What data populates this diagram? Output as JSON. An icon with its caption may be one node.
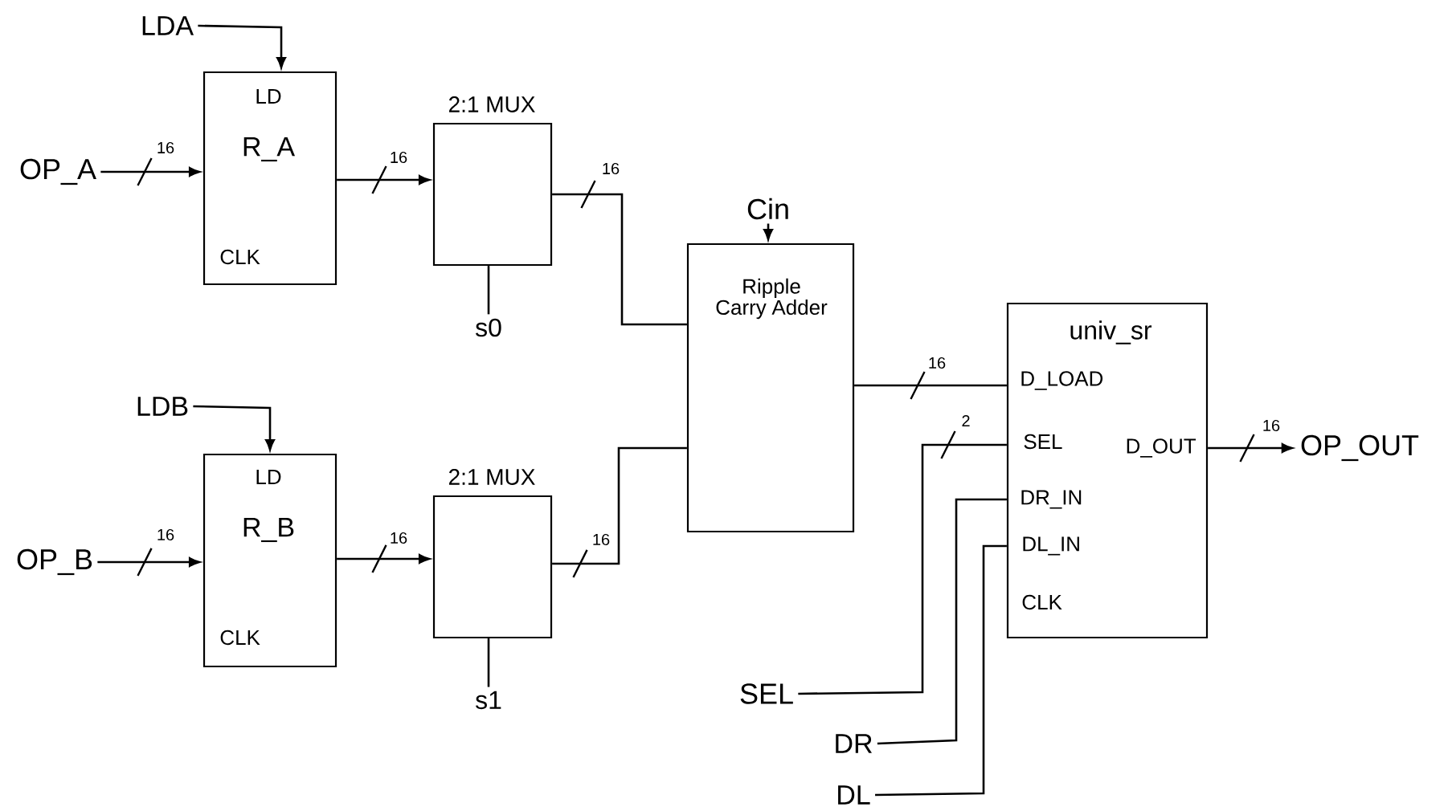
{
  "diagram": {
    "nodes": [
      {
        "text": [
          "LDA"
        ]
      },
      {
        "text": [
          "OP_A"
        ]
      },
      {
        "text": [
          "LD",
          "R_A",
          "CLK"
        ]
      },
      {
        "text": [
          "2:1 MUX"
        ]
      },
      {
        "text": [
          "s0"
        ]
      },
      {
        "text": [
          "Cin"
        ]
      },
      {
        "text": [
          "Ripple Carry Adder"
        ]
      },
      {
        "text": [
          "LDB"
        ]
      },
      {
        "text": [
          "OP_B"
        ]
      },
      {
        "text": [
          "LD",
          "R_B",
          "CLK"
        ]
      },
      {
        "text": [
          "2:1 MUX"
        ]
      },
      {
        "text": [
          "s1"
        ]
      },
      {
        "text": [
          "univ_sr",
          "D_LOAD",
          "SEL",
          "D_OUT",
          "DR_IN",
          "DL_IN",
          "CLK"
        ]
      },
      {
        "text": [
          "OP_OUT"
        ]
      },
      {
        "text": [
          "SEL"
        ]
      },
      {
        "text": [
          "DR"
        ]
      },
      {
        "text": [
          "DL"
        ]
      }
    ],
    "edges": [
      {
        "from": 0,
        "to": 2,
        "arrow": "to"
      },
      {
        "from": 1,
        "to": 2,
        "arrow": "to",
        "label": "16"
      },
      {
        "from": 2,
        "to": 3,
        "arrow": "to",
        "label": "16"
      },
      {
        "from": 3,
        "to": 6,
        "arrow": "none",
        "label": "16"
      },
      {
        "from": 4,
        "to": 3,
        "arrow": "none"
      },
      {
        "from": 5,
        "to": 6,
        "arrow": "to"
      },
      {
        "from": 7,
        "to": 9,
        "arrow": "to"
      },
      {
        "from": 8,
        "to": 9,
        "arrow": "to",
        "label": "16"
      },
      {
        "from": 9,
        "to": 10,
        "arrow": "to",
        "label": "16"
      },
      {
        "from": 10,
        "to": 6,
        "arrow": "none",
        "label": "16"
      },
      {
        "from": 11,
        "to": 10,
        "arrow": "none"
      },
      {
        "from": 6,
        "to": 12,
        "arrow": "none",
        "label": "16"
      },
      {
        "from": 12,
        "to": 13,
        "arrow": "to",
        "label": "16"
      },
      {
        "from": 14,
        "to": 12,
        "arrow": "none",
        "label": "2"
      },
      {
        "from": 15,
        "to": 12,
        "arrow": "none"
      },
      {
        "from": 16,
        "to": 12,
        "arrow": "none"
      }
    ]
  }
}
